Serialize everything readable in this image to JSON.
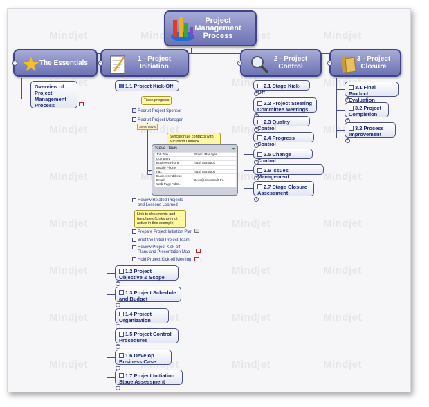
{
  "central": {
    "label": "Project Management Process"
  },
  "main_topics": [
    {
      "label": "The Essentials",
      "icon": "star-icon"
    },
    {
      "label": "1 - Project Initiation",
      "icon": "notepad-icon"
    },
    {
      "label": "2 - Project Control",
      "icon": "magnifier-icon"
    },
    {
      "label": "3 - Project Closure",
      "icon": "folder-icon"
    }
  ],
  "essentials": {
    "overview": "Overview of Project Management Process"
  },
  "initiation": {
    "kickoff": "1.1 Project Kick-Off",
    "callout_track": "Track progress",
    "task_sponsor": "Recruit Project Sponsor",
    "task_manager": "Recruit Project Manager",
    "manager_tag": "Steve Davis",
    "callout_sync": "Synchronize contacts with Microsoft Outlook",
    "task_review": "Review Related Projects and Lessons Learned",
    "callout_link": "Link to documents and templates (Links are not active in this example)",
    "task_plan": "Prepare Project Initiation Plan",
    "task_brief": "Brief the Initial Project Team",
    "task_review_plans": "Review Project Kick-off Plans and Presentation Map",
    "task_hold": "Hold Project Kick-off Meeting",
    "subtopics": [
      "1.2 Project Objective & Scope",
      "1.3 Project Schedule and Budget",
      "1.4 Project Organization",
      "1.5 Project Control Procedures",
      "1.6 Develop Business Case",
      "1.7 Project Initiation Stage Assessment"
    ]
  },
  "contact_card": {
    "name": "Steve Davis",
    "rows": [
      [
        "Job Title",
        "Project Manager"
      ],
      [
        "Company",
        ""
      ],
      [
        "Business Phone",
        "(415) 555-5501"
      ],
      [
        "Mobile Phone",
        ""
      ],
      [
        "Fax",
        "(415) 555-5600"
      ],
      [
        "Business Address",
        ""
      ],
      [
        "Email",
        "steve@amconsult-th.."
      ],
      [
        "Web Page Addr...",
        ""
      ]
    ]
  },
  "control": {
    "items": [
      "2.1 Stage Kick-Off",
      "2.2 Project Steering Committee Meetings",
      "2.3 Quality Control",
      "2.4 Progress Control",
      "2.5 Change Control",
      "2.6 Issues Management",
      "2.7 Stage Closure Assessment"
    ]
  },
  "closure": {
    "items": [
      "3.1 Final Product Evaluation",
      "3.2 Project Completion",
      "3.2 Process Improvement"
    ]
  },
  "watermark": "Mindjet",
  "colors": {
    "topic_fill": "#8a8fc8",
    "topic_border": "#3f4489",
    "text": "#1c2a6e",
    "callout": "#fff8a0"
  }
}
